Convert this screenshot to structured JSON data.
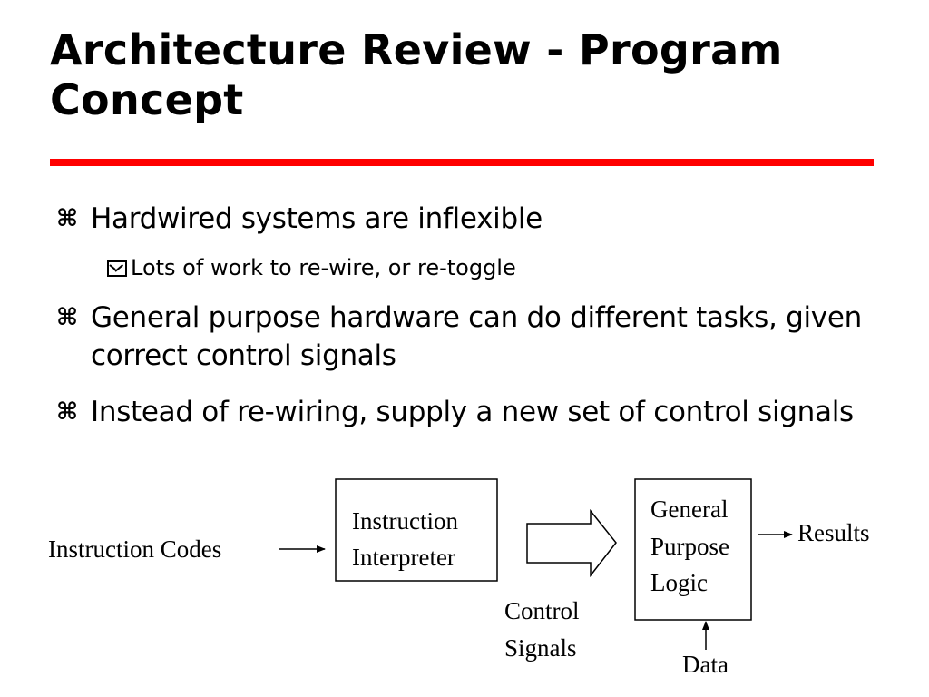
{
  "title": "Architecture Review - Program Concept",
  "bullets": [
    {
      "text": "Hardwired systems are inflexible",
      "sub": [
        "Lots of work to re-wire, or re-toggle"
      ]
    },
    {
      "text": "General purpose hardware can do different tasks, given correct control signals"
    },
    {
      "text": "Instead of re-wiring, supply a new set of control signals"
    }
  ],
  "diagram": {
    "input_label": "Instruction Codes",
    "interpreter_box": [
      "Instruction",
      "Interpreter"
    ],
    "signals_label": [
      "Control",
      "Signals"
    ],
    "logic_box": [
      "General",
      "Purpose",
      "Logic"
    ],
    "output_label": "Results",
    "data_label": "Data"
  },
  "colors": {
    "rule": "#ff0000",
    "text": "#000000",
    "background": "#ffffff"
  },
  "icons": {
    "bullet_level1": "command-icon",
    "bullet_level2": "checkbox-icon"
  }
}
